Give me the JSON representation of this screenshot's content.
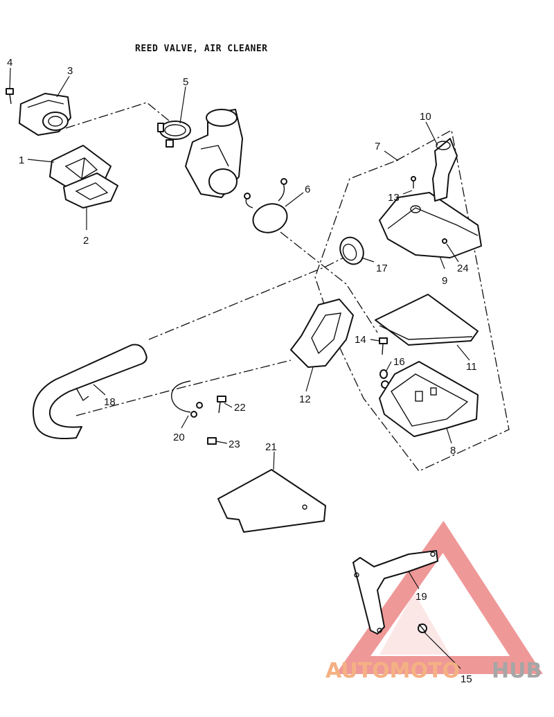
{
  "title": "REED VALVE, AIR CLEANER",
  "callouts": [
    "1",
    "2",
    "3",
    "4",
    "5",
    "6",
    "7",
    "8",
    "9",
    "10",
    "11",
    "12",
    "13",
    "14",
    "15",
    "16",
    "17",
    "18",
    "19",
    "20",
    "21",
    "22",
    "23",
    "24"
  ],
  "watermark": {
    "brand_a": "AUTOMOTO",
    "brand_b": "HUB",
    "color_a": "#f4b183",
    "color_b": "#a6a6a6",
    "triangle_color": "#e03a3a"
  }
}
